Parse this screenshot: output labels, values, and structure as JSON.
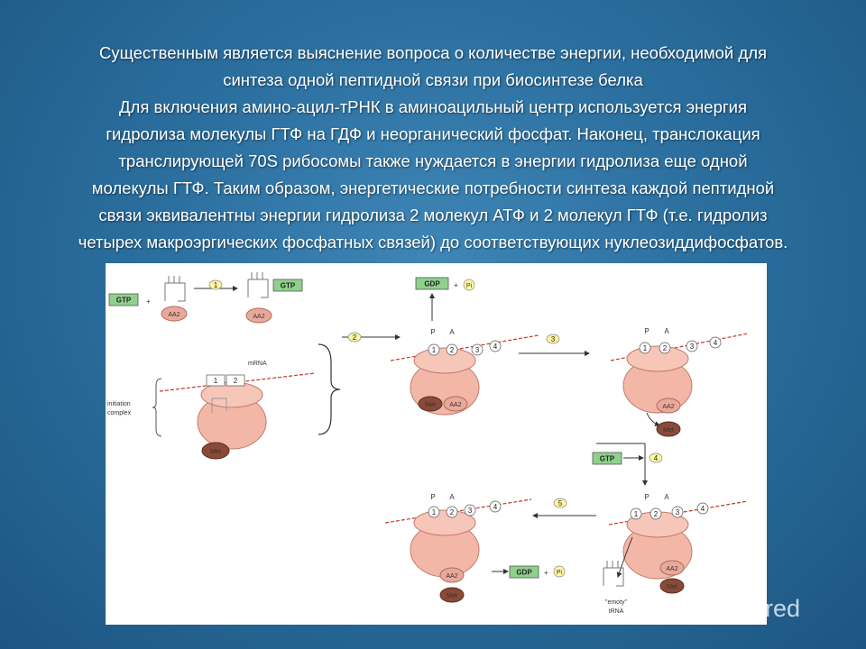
{
  "slide": {
    "lines": [
      "Существенным является выяснение вопроса о количестве энергии, необходимой для",
      "синтеза одной пептидной связи при биосинтезе белка",
      " Для включения амино-ацил-тРНК в аминоацильный центр используется энергия",
      "гидролиза молекулы ГТФ на ГДФ и неорганический фосфат. Наконец, транслокация",
      "транслирующей 70S рибосомы также нуждается в энергии гидролиза еще одной",
      "молекулы ГТФ. Таким образом, энергетические потребности синтеза каждой пептидной",
      "связи эквивалентны энергии гидролиза 2 молекул АТФ и 2 молекул ГТФ (т.е. гидролиз",
      "четырех макроэргических фосфатных связей) до соответствующих нуклеозиддифосфатов."
    ]
  },
  "figure": {
    "gtp": "GTP",
    "gdp": "GDP",
    "plus": "+",
    "pi": "Pi",
    "aa2": "AA2",
    "met": "Met",
    "mrna": "mRNA",
    "initiation_line1": "initiation",
    "initiation_line2": "complex",
    "site_p": "P",
    "site_a": "A",
    "step1": "1",
    "step2": "2",
    "step3": "3",
    "step4": "4",
    "step5": "5",
    "pos1": "1",
    "pos2": "2",
    "pos3": "3",
    "pos4": "4",
    "empty1": "\"emoty\"",
    "empty2": "tRNA"
  },
  "watermark": {
    "text": "Shared"
  },
  "colors": {
    "ribosome": "#f3b7a8",
    "met": "#8a4a38",
    "gtp_box": "#8fd18c"
  }
}
